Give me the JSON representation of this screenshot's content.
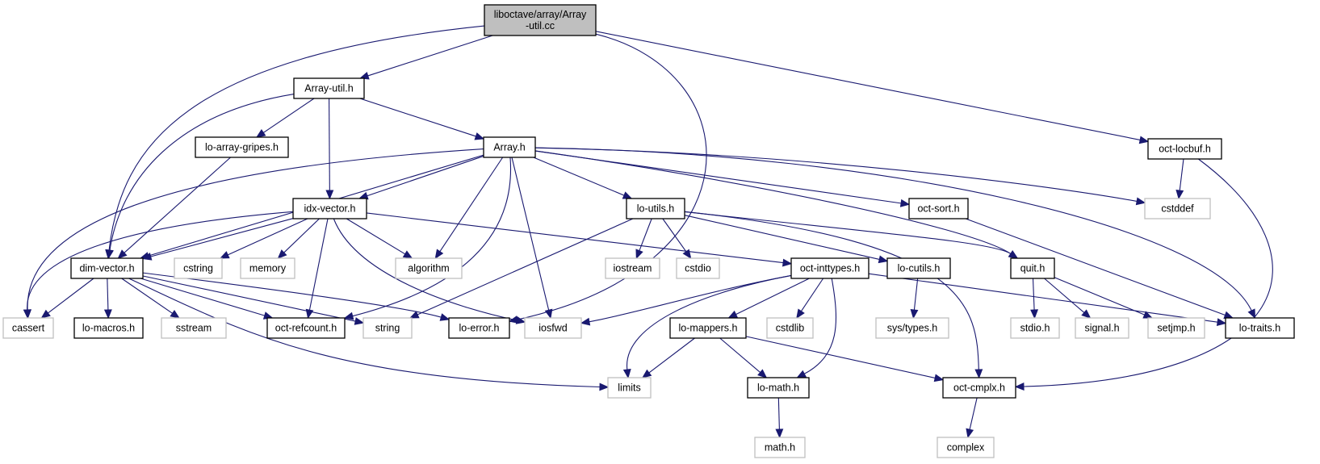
{
  "diagram": {
    "title": "Include dependency graph for liboctave/array/Array-util.cc",
    "colors": {
      "edge": "#191970",
      "root_fill": "#bfbfbf",
      "root_border": "#000000",
      "documented_border": "#000000",
      "external_border": "#bfbfbf",
      "node_fill": "#ffffff"
    },
    "nodes": [
      {
        "id": "root",
        "lines": [
          "liboctave/array/Array",
          "-util.cc"
        ],
        "kind": "root"
      },
      {
        "id": "array_util_h",
        "lines": [
          "Array-util.h"
        ],
        "kind": "documented"
      },
      {
        "id": "oct_locbuf_h",
        "lines": [
          "oct-locbuf.h"
        ],
        "kind": "documented"
      },
      {
        "id": "lo_array_gripes_h",
        "lines": [
          "lo-array-gripes.h"
        ],
        "kind": "documented"
      },
      {
        "id": "array_h",
        "lines": [
          "Array.h"
        ],
        "kind": "documented"
      },
      {
        "id": "idx_vector_h",
        "lines": [
          "idx-vector.h"
        ],
        "kind": "documented"
      },
      {
        "id": "lo_utils_h",
        "lines": [
          "lo-utils.h"
        ],
        "kind": "documented"
      },
      {
        "id": "oct_sort_h",
        "lines": [
          "oct-sort.h"
        ],
        "kind": "documented"
      },
      {
        "id": "cstddef",
        "lines": [
          "cstddef"
        ],
        "kind": "external"
      },
      {
        "id": "dim_vector_h",
        "lines": [
          "dim-vector.h"
        ],
        "kind": "documented"
      },
      {
        "id": "cstring",
        "lines": [
          "cstring"
        ],
        "kind": "external"
      },
      {
        "id": "memory",
        "lines": [
          "memory"
        ],
        "kind": "external"
      },
      {
        "id": "algorithm",
        "lines": [
          "algorithm"
        ],
        "kind": "external"
      },
      {
        "id": "iostream",
        "lines": [
          "iostream"
        ],
        "kind": "external"
      },
      {
        "id": "cstdio",
        "lines": [
          "cstdio"
        ],
        "kind": "external"
      },
      {
        "id": "oct_inttypes_h",
        "lines": [
          "oct-inttypes.h"
        ],
        "kind": "documented"
      },
      {
        "id": "lo_cutils_h",
        "lines": [
          "lo-cutils.h"
        ],
        "kind": "documented"
      },
      {
        "id": "quit_h",
        "lines": [
          "quit.h"
        ],
        "kind": "documented"
      },
      {
        "id": "cassert",
        "lines": [
          "cassert"
        ],
        "kind": "external"
      },
      {
        "id": "lo_macros_h",
        "lines": [
          "lo-macros.h"
        ],
        "kind": "documented"
      },
      {
        "id": "sstream",
        "lines": [
          "sstream"
        ],
        "kind": "external"
      },
      {
        "id": "oct_refcount_h",
        "lines": [
          "oct-refcount.h"
        ],
        "kind": "documented"
      },
      {
        "id": "string",
        "lines": [
          "string"
        ],
        "kind": "external"
      },
      {
        "id": "lo_error_h",
        "lines": [
          "lo-error.h"
        ],
        "kind": "documented"
      },
      {
        "id": "iosfwd",
        "lines": [
          "iosfwd"
        ],
        "kind": "external"
      },
      {
        "id": "lo_mappers_h",
        "lines": [
          "lo-mappers.h"
        ],
        "kind": "documented"
      },
      {
        "id": "cstdlib",
        "lines": [
          "cstdlib"
        ],
        "kind": "external"
      },
      {
        "id": "sys_types_h",
        "lines": [
          "sys/types.h"
        ],
        "kind": "external"
      },
      {
        "id": "stdio_h",
        "lines": [
          "stdio.h"
        ],
        "kind": "external"
      },
      {
        "id": "signal_h",
        "lines": [
          "signal.h"
        ],
        "kind": "external"
      },
      {
        "id": "setjmp_h",
        "lines": [
          "setjmp.h"
        ],
        "kind": "external"
      },
      {
        "id": "lo_traits_h",
        "lines": [
          "lo-traits.h"
        ],
        "kind": "documented"
      },
      {
        "id": "limits",
        "lines": [
          "limits"
        ],
        "kind": "external"
      },
      {
        "id": "lo_math_h",
        "lines": [
          "lo-math.h"
        ],
        "kind": "documented"
      },
      {
        "id": "oct_cmplx_h",
        "lines": [
          "oct-cmplx.h"
        ],
        "kind": "documented"
      },
      {
        "id": "math_h",
        "lines": [
          "math.h"
        ],
        "kind": "external"
      },
      {
        "id": "complex",
        "lines": [
          "complex"
        ],
        "kind": "external"
      }
    ],
    "edges": [
      {
        "from": "root",
        "to": "array_util_h"
      },
      {
        "from": "root",
        "to": "dim_vector_h"
      },
      {
        "from": "root",
        "to": "lo_error_h"
      },
      {
        "from": "root",
        "to": "oct_locbuf_h"
      },
      {
        "from": "array_util_h",
        "to": "lo_array_gripes_h"
      },
      {
        "from": "array_util_h",
        "to": "array_h"
      },
      {
        "from": "array_util_h",
        "to": "idx_vector_h"
      },
      {
        "from": "array_util_h",
        "to": "dim_vector_h"
      },
      {
        "from": "lo_array_gripes_h",
        "to": "dim_vector_h"
      },
      {
        "from": "oct_locbuf_h",
        "to": "cstddef"
      },
      {
        "from": "oct_locbuf_h",
        "to": "oct_cmplx_h"
      },
      {
        "from": "array_h",
        "to": "cassert"
      },
      {
        "from": "array_h",
        "to": "dim_vector_h"
      },
      {
        "from": "array_h",
        "to": "idx_vector_h"
      },
      {
        "from": "array_h",
        "to": "algorithm"
      },
      {
        "from": "array_h",
        "to": "oct_refcount_h"
      },
      {
        "from": "array_h",
        "to": "iosfwd"
      },
      {
        "from": "array_h",
        "to": "lo_utils_h"
      },
      {
        "from": "array_h",
        "to": "oct_sort_h"
      },
      {
        "from": "array_h",
        "to": "quit_h"
      },
      {
        "from": "array_h",
        "to": "cstddef"
      },
      {
        "from": "array_h",
        "to": "lo_traits_h"
      },
      {
        "from": "idx_vector_h",
        "to": "cassert"
      },
      {
        "from": "idx_vector_h",
        "to": "dim_vector_h"
      },
      {
        "from": "idx_vector_h",
        "to": "cstring"
      },
      {
        "from": "idx_vector_h",
        "to": "memory"
      },
      {
        "from": "idx_vector_h",
        "to": "algorithm"
      },
      {
        "from": "idx_vector_h",
        "to": "oct_refcount_h"
      },
      {
        "from": "idx_vector_h",
        "to": "iosfwd"
      },
      {
        "from": "idx_vector_h",
        "to": "oct_inttypes_h"
      },
      {
        "from": "lo_utils_h",
        "to": "string"
      },
      {
        "from": "lo_utils_h",
        "to": "iostream"
      },
      {
        "from": "lo_utils_h",
        "to": "cstdio"
      },
      {
        "from": "lo_utils_h",
        "to": "lo_cutils_h"
      },
      {
        "from": "lo_utils_h",
        "to": "quit_h"
      },
      {
        "from": "lo_utils_h",
        "to": "oct_cmplx_h"
      },
      {
        "from": "oct_sort_h",
        "to": "lo_traits_h"
      },
      {
        "from": "dim_vector_h",
        "to": "cassert"
      },
      {
        "from": "dim_vector_h",
        "to": "lo_macros_h"
      },
      {
        "from": "dim_vector_h",
        "to": "sstream"
      },
      {
        "from": "dim_vector_h",
        "to": "oct_refcount_h"
      },
      {
        "from": "dim_vector_h",
        "to": "string"
      },
      {
        "from": "dim_vector_h",
        "to": "lo_error_h"
      },
      {
        "from": "dim_vector_h",
        "to": "limits"
      },
      {
        "from": "oct_inttypes_h",
        "to": "iosfwd"
      },
      {
        "from": "oct_inttypes_h",
        "to": "limits"
      },
      {
        "from": "oct_inttypes_h",
        "to": "lo_mappers_h"
      },
      {
        "from": "oct_inttypes_h",
        "to": "cstdlib"
      },
      {
        "from": "oct_inttypes_h",
        "to": "lo_math_h"
      },
      {
        "from": "oct_inttypes_h",
        "to": "lo_traits_h"
      },
      {
        "from": "lo_cutils_h",
        "to": "sys_types_h"
      },
      {
        "from": "quit_h",
        "to": "stdio_h"
      },
      {
        "from": "quit_h",
        "to": "signal_h"
      },
      {
        "from": "quit_h",
        "to": "setjmp_h"
      },
      {
        "from": "lo_mappers_h",
        "to": "limits"
      },
      {
        "from": "lo_mappers_h",
        "to": "lo_math_h"
      },
      {
        "from": "lo_mappers_h",
        "to": "oct_cmplx_h"
      },
      {
        "from": "lo_math_h",
        "to": "math_h"
      },
      {
        "from": "oct_cmplx_h",
        "to": "complex"
      }
    ]
  }
}
